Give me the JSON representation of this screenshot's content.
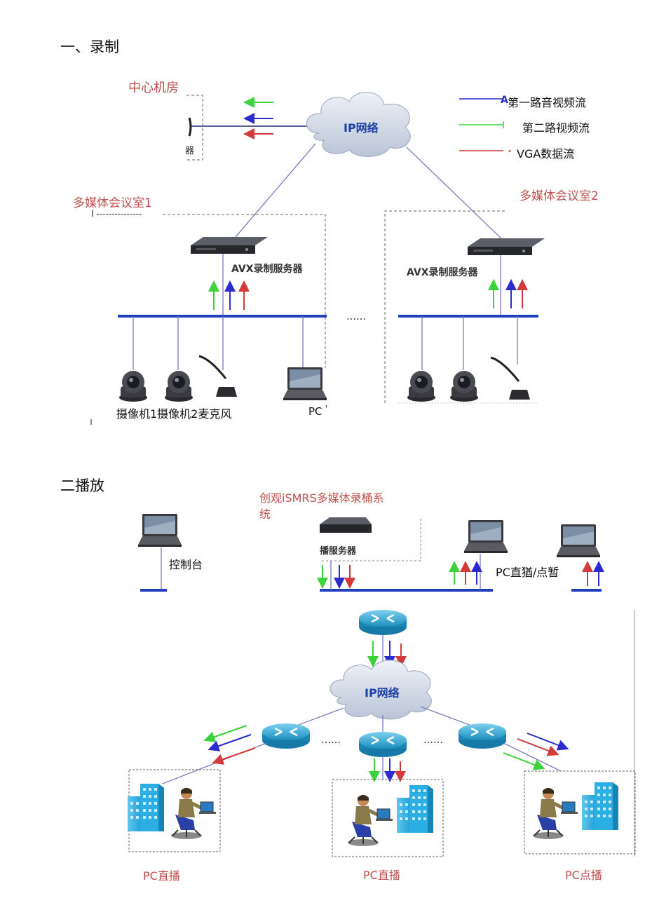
{
  "section1": {
    "title": "一、录制",
    "center_room": "中心机房",
    "server_fragment": "器",
    "ip_network": "IP网络",
    "legend": {
      "stream1": "第一路音视频流",
      "stream2": "第二路视频流",
      "stream3": "VGA数据流",
      "stream1_mark": "A",
      "stream3_mark": "•",
      "colors": {
        "stream1": "#2b2bd0",
        "stream2": "#3cd23c",
        "stream3": "#d43a3a"
      }
    },
    "room1": "多媒体会议室1",
    "room1_dash": "I ---------------",
    "room2": "多媒体会议室2",
    "avx_server_1": "AVX录制服务器",
    "avx_server_2": "AVX录制服务器",
    "ellipsis": "……",
    "devices_label": "摄像机1摄像机2麦克风",
    "pc_label": "PC",
    "pc_tick": "'"
  },
  "section2": {
    "title": "二播放",
    "system_title": "创观iSMRS多媒体录桶系统",
    "system_title_line1": "创观iSMRS多媒体录桶系",
    "system_title_line2": "统",
    "console": "控制台",
    "server_fragment": "播服务器",
    "pc_live_vod": "PC直猶/点暂",
    "ip_network": "IP网络",
    "ellipsis_left": "……",
    "ellipsis_right": "……",
    "bottom_labels": [
      "PC直播",
      "PC直播",
      "PC点播"
    ]
  }
}
